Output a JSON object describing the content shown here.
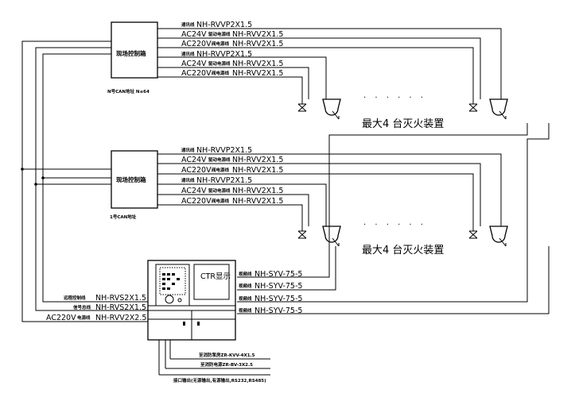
{
  "box_label": "现场控制箱",
  "top_address": "N号CAN地址  N≤64",
  "bottom_address": "1号CAN地址",
  "group_note": "最大4 台灭火装置",
  "ellipsis": "· · · · · ·",
  "cable_lines": [
    {
      "tag": "通讯线",
      "spec": "NH-RVVP2X1.5"
    },
    {
      "tag": "驱动电源线",
      "spec": "AC24V",
      "spec2": "NH-RVV2X1.5"
    },
    {
      "tag": "阀电源线",
      "spec": "AC220V",
      "spec2": "NH-RVV2X1.5"
    },
    {
      "tag": "通讯线",
      "spec": "NH-RVVP2X1.5"
    },
    {
      "tag": "驱动电源线",
      "spec": "AC24V",
      "spec2": "NH-RVV2X1.5"
    },
    {
      "tag": "阀电源线",
      "spec": "AC220V",
      "spec2": "NH-RVV2X1.5"
    }
  ],
  "ctr_label": "CTR显示",
  "video_lines": [
    {
      "tag": "视频线",
      "spec": "NH-SYV-75-5"
    },
    {
      "tag": "视频线",
      "spec": "NH-SYV-75-5"
    },
    {
      "tag": "视频线",
      "spec": "NH-SYV-75-5"
    },
    {
      "tag": "视频线",
      "spec": "NH-SYV-75-5"
    }
  ],
  "left_lines": [
    {
      "tag": "远程控制线",
      "spec": "NH-RVS2X1.5"
    },
    {
      "tag": "信号总线",
      "spec": "NH-RVS2X1.5"
    },
    {
      "tag": "电源线",
      "spec": "AC220V",
      "spec2": "NH-RVV2X2.5"
    }
  ],
  "bottom_lines": [
    "至消防泵房ZR-KVV-4X1.5",
    "至消防电源ZR-BV-3X2.5",
    "接口输出(无源输出,有源输出,RS232,RS485)"
  ]
}
